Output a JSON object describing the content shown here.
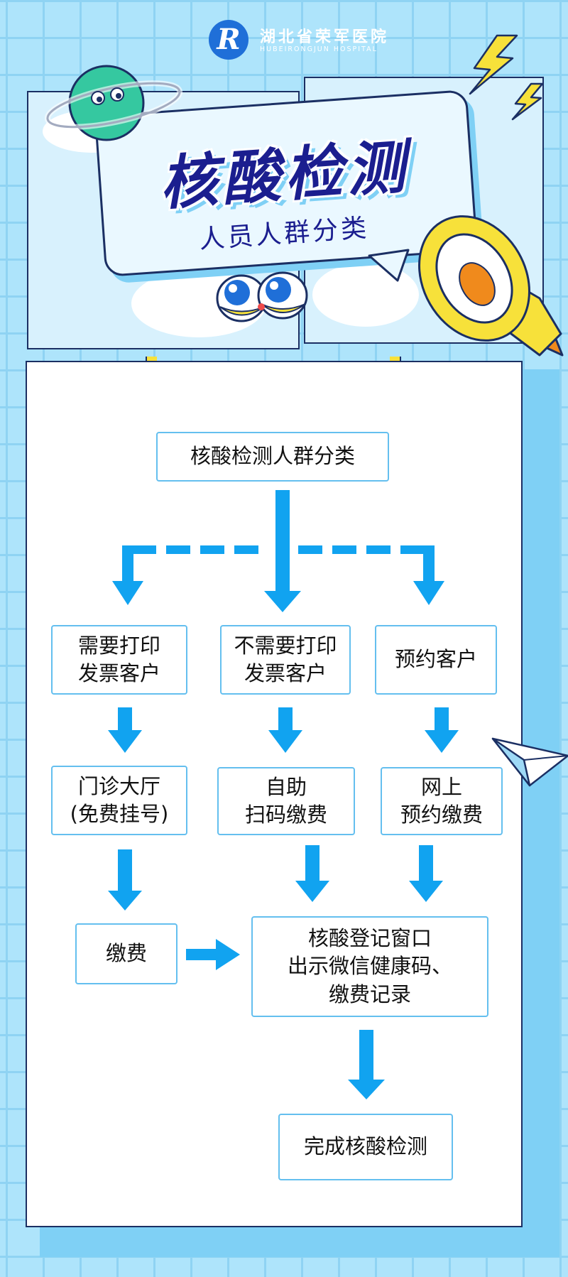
{
  "header": {
    "logo_letter": "R",
    "hospital_name": "湖北省荣军医院",
    "hospital_name_en": "HUBEIRONGJUN HOSPITAL"
  },
  "hero": {
    "title": "核酸检测",
    "subtitle": "人员人群分类"
  },
  "flow": {
    "root": "核酸检测人群分类",
    "col1": {
      "category": "需要打印\n发票客户",
      "step": "门诊大厅\n(免费挂号)",
      "step2": "缴费"
    },
    "col2": {
      "category": "不需要打印\n发票客户",
      "step": "自助\n扫码缴费"
    },
    "col3": {
      "category": "预约客户",
      "step": "网上\n预约缴费"
    },
    "register": "核酸登记窗口\n出示微信健康码、\n缴费记录",
    "final": "完成核酸检测"
  },
  "colors": {
    "arrow": "#11a3f0",
    "box_border": "#64bfef",
    "title": "#1b1e8f",
    "outline": "#1b2f63",
    "yellow": "#f7e13a",
    "planet": "#35c8a0"
  },
  "icons": [
    "logo-icon",
    "planet-icon",
    "lightning-icon",
    "megaphone-icon",
    "eyes-icon",
    "paper-plane-icon"
  ]
}
